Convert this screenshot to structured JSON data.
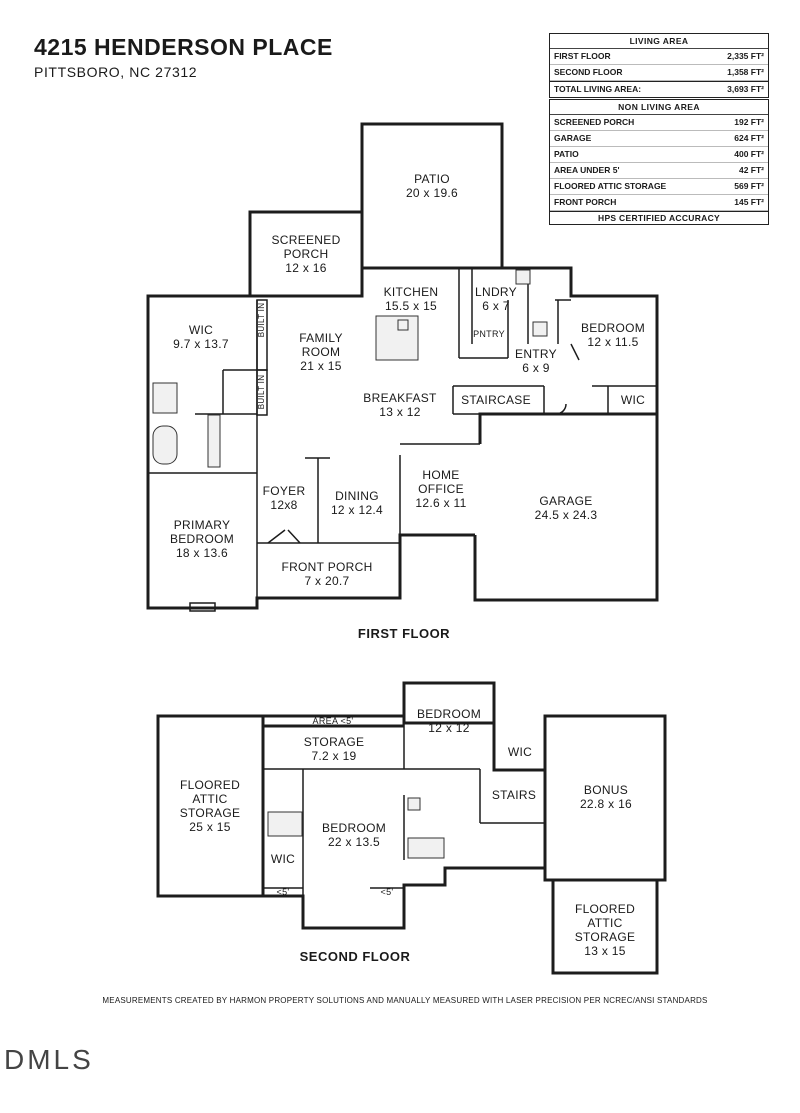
{
  "header": {
    "address": "4215 HENDERSON PLACE",
    "city": "PITTSBORO, NC 27312"
  },
  "living_area": {
    "title": "LIVING AREA",
    "rows": [
      {
        "label": "FIRST FLOOR",
        "value": "2,335 FT²"
      },
      {
        "label": "SECOND FLOOR",
        "value": "1,358 FT²"
      }
    ],
    "total": {
      "label": "TOTAL LIVING AREA:",
      "value": "3,693 FT²"
    }
  },
  "non_living_area": {
    "title": "NON LIVING AREA",
    "rows": [
      {
        "label": "SCREENED PORCH",
        "value": "192 FT²"
      },
      {
        "label": "GARAGE",
        "value": "624 FT²"
      },
      {
        "label": "PATIO",
        "value": "400 FT²"
      },
      {
        "label": "AREA UNDER 5'",
        "value": "42 FT²"
      },
      {
        "label": "FLOORED ATTIC STORAGE",
        "value": "569 FT²"
      },
      {
        "label": "FRONT PORCH",
        "value": "145 FT²"
      }
    ],
    "footer": "HPS CERTIFIED ACCURACY"
  },
  "first_floor": {
    "title": "FIRST FLOOR",
    "rooms": {
      "patio": {
        "name": "PATIO",
        "dims": "20 x 19.6"
      },
      "screened_porch": {
        "name": "SCREENED\nPORCH",
        "dims": "12 x 16"
      },
      "kitchen": {
        "name": "KITCHEN",
        "dims": "15.5 x 15"
      },
      "laundry": {
        "name": "LNDRY",
        "dims": "6 x 7"
      },
      "bedroom": {
        "name": "BEDROOM",
        "dims": "12 x 11.5"
      },
      "wic_primary": {
        "name": "WIC",
        "dims": "9.7 x 13.7"
      },
      "family_room": {
        "name": "FAMILY\nROOM",
        "dims": "21 x 15"
      },
      "pantry": {
        "name": "PNTRY",
        "dims": ""
      },
      "entry": {
        "name": "ENTRY",
        "dims": "6 x 9"
      },
      "breakfast": {
        "name": "BREAKFAST",
        "dims": "13 x 12"
      },
      "staircase": {
        "name": "STAIRCASE",
        "dims": ""
      },
      "wic_bedroom": {
        "name": "WIC",
        "dims": ""
      },
      "home_office": {
        "name": "HOME\nOFFICE",
        "dims": "12.6 x 11"
      },
      "garage": {
        "name": "GARAGE",
        "dims": "24.5 x 24.3"
      },
      "foyer": {
        "name": "FOYER",
        "dims": "12x8"
      },
      "dining": {
        "name": "DINING",
        "dims": "12 x 12.4"
      },
      "primary_bedroom": {
        "name": "PRIMARY\nBEDROOM",
        "dims": "18 x 13.6"
      },
      "front_porch": {
        "name": "FRONT PORCH",
        "dims": "7 x 20.7"
      },
      "built_in_1": {
        "name": "BUILT IN",
        "dims": ""
      },
      "built_in_2": {
        "name": "BUILT IN",
        "dims": ""
      }
    }
  },
  "second_floor": {
    "title": "SECOND FLOOR",
    "rooms": {
      "area_under": {
        "name": "AREA <5'",
        "dims": ""
      },
      "bedroom_a": {
        "name": "BEDROOM",
        "dims": "12 x 12"
      },
      "storage": {
        "name": "STORAGE",
        "dims": "7.2 x 19"
      },
      "wic_a": {
        "name": "WIC",
        "dims": ""
      },
      "floored_attic_a": {
        "name": "FLOORED\nATTIC\nSTORAGE",
        "dims": "25 x 15"
      },
      "stairs": {
        "name": "STAIRS",
        "dims": ""
      },
      "bonus": {
        "name": "BONUS",
        "dims": "22.8 x 16"
      },
      "bedroom_b": {
        "name": "BEDROOM",
        "dims": "22 x 13.5"
      },
      "wic_b": {
        "name": "WIC",
        "dims": ""
      },
      "under_left": {
        "name": "<5'",
        "dims": ""
      },
      "under_right": {
        "name": "<5'",
        "dims": ""
      },
      "floored_attic_b": {
        "name": "FLOORED\nATTIC\nSTORAGE",
        "dims": "13 x 15"
      }
    }
  },
  "footnote": "MEASUREMENTS CREATED BY HARMON PROPERTY SOLUTIONS AND MANUALLY MEASURED WITH LASER PRECISION PER NCREC/ANSI STANDARDS",
  "watermark": "DMLS"
}
